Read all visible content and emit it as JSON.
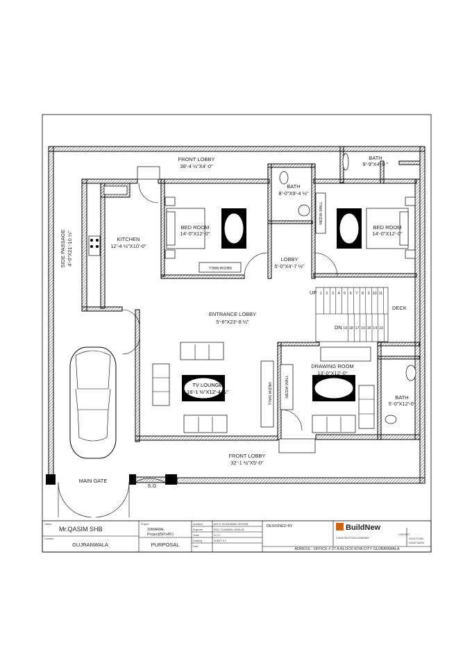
{
  "rooms": {
    "front_lobby_top": {
      "name": "FRONT LOBBY",
      "dim": "38'-4 ½\"X4'-0\""
    },
    "bath_top": {
      "name": "BATH",
      "dim": "9'-9\"X4'-0 \""
    },
    "bath_center": {
      "name": "BATH",
      "dim": "8'-0\"X9'-4 ½\""
    },
    "kitchen": {
      "name": "KITCHEN",
      "dim": "12'-4 ½\"X10'-0\""
    },
    "bed_room_left": {
      "name": "BED ROOM",
      "dim": "14'-0\"X12'-0\""
    },
    "bed_room_right": {
      "name": "BED ROOM",
      "dim": "14'-0\"X12'-0\""
    },
    "lobby": {
      "name": "LOBBY",
      "dim": "5'-0\"X4'-7 ½\""
    },
    "side_passage": {
      "name": "SIDE PASSAGE",
      "dim": "4'-0\"X21'-10 ½\""
    },
    "entrance_lobby": {
      "name": "ENTRANCE LOBBY",
      "dim": "5'-6\"X23'-8 ½\""
    },
    "tv_lounge": {
      "name": "TV LOUNGE",
      "dim": "16'-1 ½\"X12'-4 ½\""
    },
    "drawing_room": {
      "name": "DRAWING ROOM",
      "dim": "13'-0\"X12'-0\""
    },
    "bath_right": {
      "name": "BATH",
      "dim": "5'-0\"X12'-0\""
    },
    "front_lobby_bottom": {
      "name": "FRONT LOBBY",
      "dim": "32'-1 ½\"X5'-0\""
    },
    "deck": {
      "name": "DECK"
    }
  },
  "media_walls": {
    "bedroom": "MEDIA WALL",
    "center": "MEDIA WALL",
    "drawing_1": "MEDIA WALL",
    "drawing_2": "MEDIA WALL"
  },
  "stairs": {
    "up_label": "UP",
    "up_steps": [
      "1",
      "2",
      "3",
      "4",
      "5",
      "6",
      "7",
      "8",
      "9",
      "10",
      "11"
    ],
    "dn_label": "DN",
    "dn_steps": [
      "19",
      "18",
      "17",
      "16",
      "15",
      "14",
      "13"
    ]
  },
  "gate": {
    "main": "MAIN GATE",
    "side": "S.G"
  },
  "title_block": {
    "owner_caption": "Owner",
    "owner": "Mr.QASIM SHB",
    "location_caption": "Location",
    "location": "GUJRANWALA",
    "project_caption": "Project",
    "project_size": "10MARAL",
    "project_dim": "Project(50'x45')",
    "purpose": "PURPOSAL",
    "designed_by": "DESIGNED BY",
    "company": "BuildNew",
    "company_tag": "CONSTRUCTION COMPANY",
    "address": "ADRESS : OFFICE # 27 A BLOCK KIYA CITY GUJRANWALA",
    "contact_caption": "CONTACT",
    "contact_1": "03111777862",
    "contact_2": "03000744293",
    "drawn_rows": [
      "ARCH. MUHAMMAD ZESHAN",
      "ENG. TAJAMMAL MAHLAK",
      "N.T.S",
      "SHEET # 1",
      ""
    ],
    "drawn_captions": [
      "Architect",
      "Engineer",
      "Scale",
      "Drawing",
      "Date"
    ]
  }
}
